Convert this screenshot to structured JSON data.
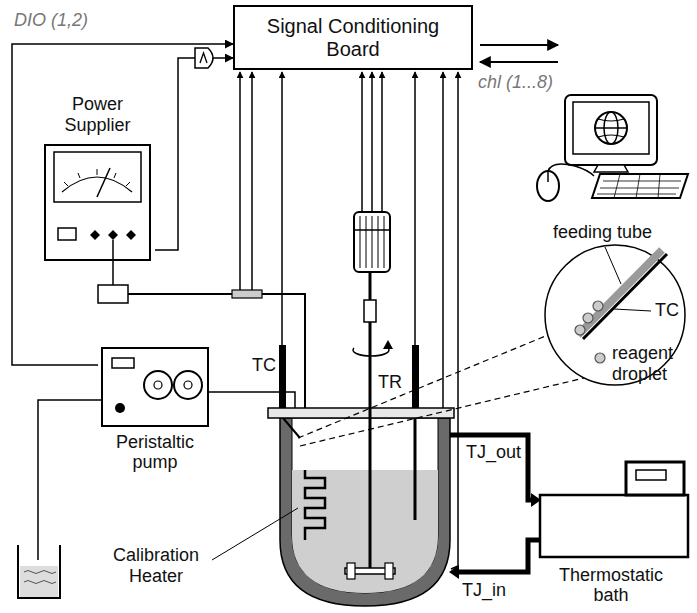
{
  "diagram": {
    "nodes": [
      {
        "text": [
          "Signal Conditioning Board"
        ]
      },
      {
        "text": [
          "Power Supplier"
        ]
      },
      {
        "text": [
          "Peristaltic pump"
        ]
      },
      {
        "text": [
          "Thermostatic bath"
        ]
      }
    ],
    "edges": [
      {
        "from": 2,
        "to": 0,
        "arrow": "to"
      },
      {
        "from": 1,
        "to": 0,
        "arrow": "to"
      }
    ],
    "labels": [
      "DIO (1,2)",
      "chl (1...8)",
      "feeding tube",
      "TC",
      "reagent droplet",
      "TC",
      "TR",
      "TJ_out",
      "Calibration Heater",
      "TJ_in"
    ]
  }
}
